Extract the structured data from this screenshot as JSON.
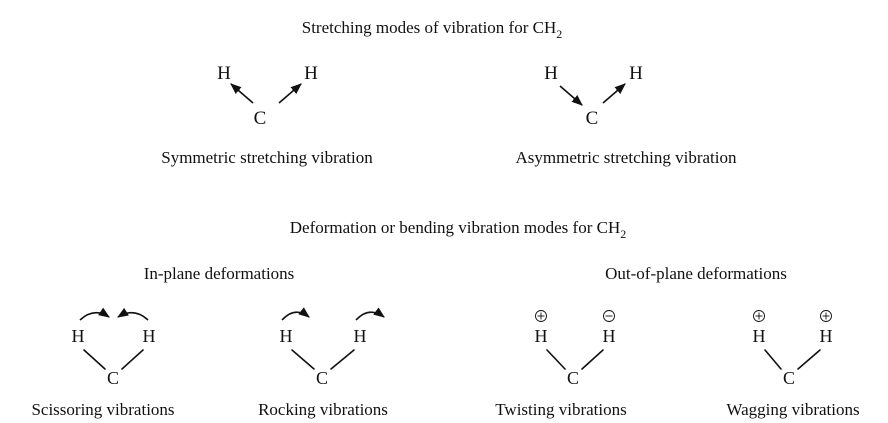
{
  "sections": {
    "stretching": {
      "heading": "Stretching modes of vibration for CH",
      "heading_sub": "2",
      "modes": [
        {
          "caption": "Symmetric stretching vibration",
          "left_atom": "H",
          "right_atom": "H",
          "center_atom": "C"
        },
        {
          "caption": "Asymmetric stretching vibration",
          "left_atom": "H",
          "right_atom": "H",
          "center_atom": "C"
        }
      ]
    },
    "bending": {
      "heading": "Deformation or bending vibration modes for CH",
      "heading_sub": "2",
      "groups": [
        {
          "label": "In-plane deformations"
        },
        {
          "label": "Out-of-plane deformations"
        }
      ],
      "modes": [
        {
          "caption": "Scissoring vibrations",
          "left_atom": "H",
          "right_atom": "H",
          "center_atom": "C"
        },
        {
          "caption": "Rocking vibrations",
          "left_atom": "H",
          "right_atom": "H",
          "center_atom": "C"
        },
        {
          "caption": "Twisting vibrations",
          "left_atom": "H",
          "right_atom": "H",
          "center_atom": "C",
          "charges": [
            "+",
            "−"
          ]
        },
        {
          "caption": "Wagging vibrations",
          "left_atom": "H",
          "right_atom": "H",
          "center_atom": "C",
          "charges": [
            "+",
            "+"
          ]
        }
      ]
    }
  }
}
